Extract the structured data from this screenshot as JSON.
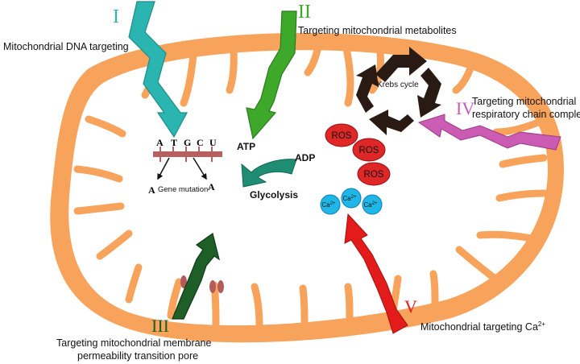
{
  "strategies": [
    {
      "numeral": "I",
      "label": "Mitochondrial DNA targeting",
      "color": "#2bb5b0"
    },
    {
      "numeral": "II",
      "label": "Targeting mitochondrial metabolites",
      "color": "#3ea82b"
    },
    {
      "numeral": "III",
      "label_line1": "Targeting mitochondrial membrane",
      "label_line2": "permeability transition pore",
      "color": "#1e5e27"
    },
    {
      "numeral": "IV",
      "label_line1": "Targeting mitochondrial",
      "label_line2": "respiratory chain complex",
      "color": "#cc5bb4"
    },
    {
      "numeral": "V",
      "label": "Mitochondrial targeting Ca",
      "label_sup": "2+",
      "color": "#e31b1b"
    }
  ],
  "dna": {
    "bases": [
      "A",
      "T",
      "G",
      "C",
      "U"
    ],
    "mutation_left": "A",
    "mutation_right": "A",
    "mutation_label": "Gene mutation"
  },
  "metabolism": {
    "atp": "ATP",
    "adp": "ADP",
    "glycolysis": "Glycolysis",
    "krebs": "Krebs cycle"
  },
  "ros": [
    "ROS",
    "ROS",
    "ROS"
  ],
  "calcium": {
    "ion": "Ca",
    "charge": "2+"
  },
  "colors": {
    "membrane": "#f7a35c",
    "ros_fill": "#e02727",
    "calcium_fill": "#1fb7e8",
    "krebs_arrows": "#2a1a14",
    "dna_bar": "#b86060"
  }
}
